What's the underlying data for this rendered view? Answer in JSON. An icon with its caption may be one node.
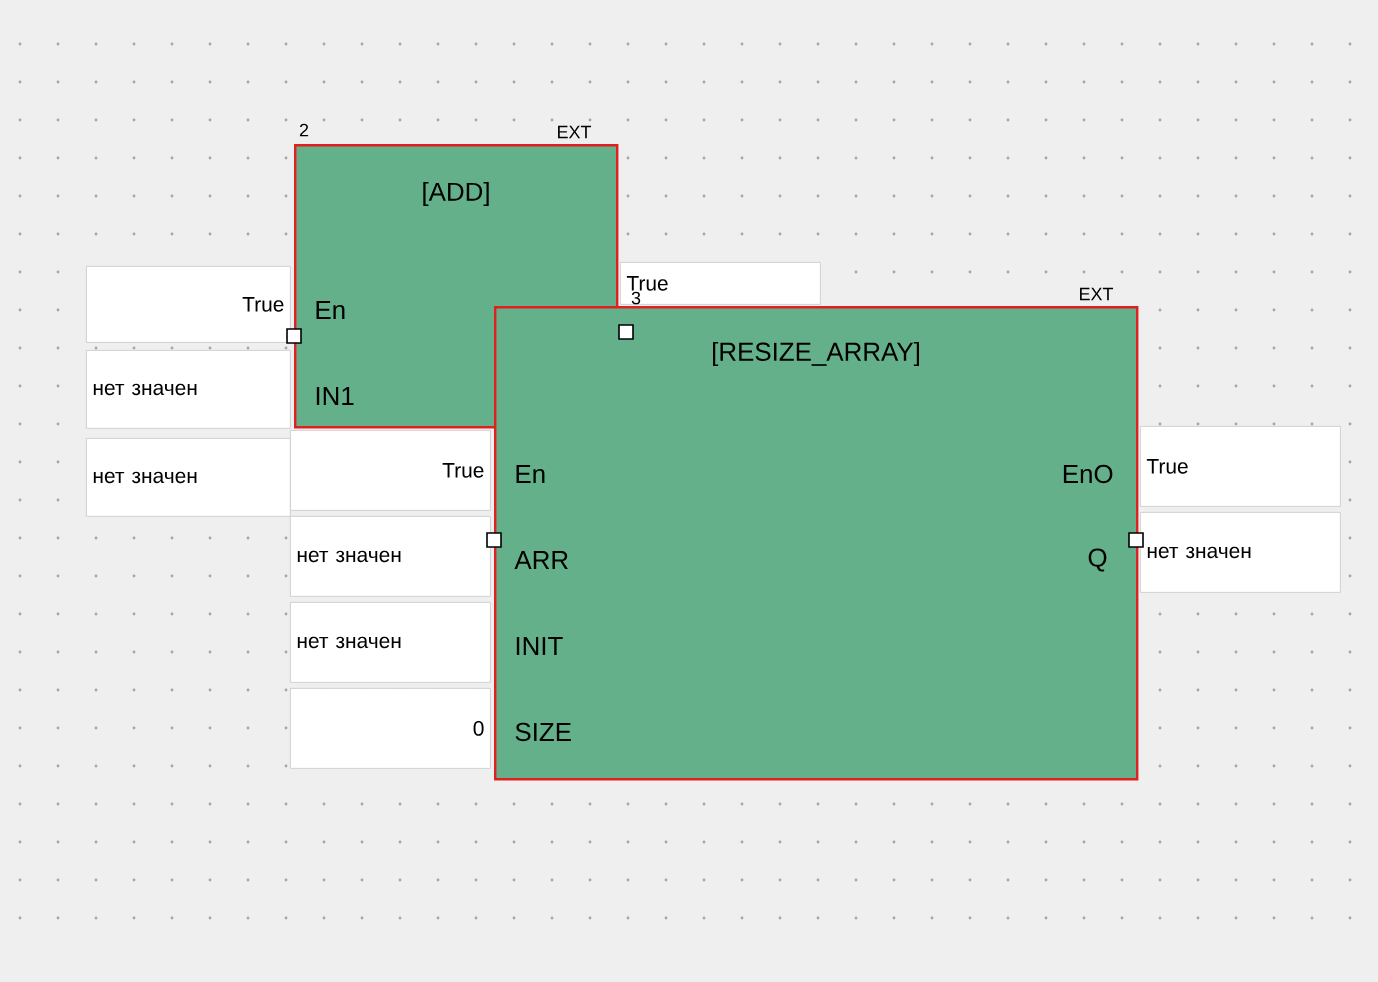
{
  "diagram": {
    "nodes": [
      {
        "text": [
          "[ADD]",
          "En",
          "IN1"
        ],
        "beside": [
          "2",
          "EXT"
        ]
      },
      {
        "text": [
          "True"
        ]
      },
      {
        "text": [
          "нет значен"
        ]
      },
      {
        "text": [
          "нет значен"
        ]
      },
      {
        "text": [
          "True"
        ]
      },
      {
        "text": [
          "[RESIZE_ARRAY]",
          "En",
          "ARR",
          "INIT",
          "SIZE",
          "EnO",
          "Q"
        ],
        "beside": [
          "3",
          "EXT"
        ]
      },
      {
        "text": [
          "True"
        ]
      },
      {
        "text": [
          "нет значен"
        ]
      },
      {
        "text": [
          "нет значен"
        ]
      },
      {
        "text": [
          "0"
        ]
      },
      {
        "text": [
          "True"
        ]
      },
      {
        "text": [
          "нет значен"
        ]
      }
    ]
  }
}
